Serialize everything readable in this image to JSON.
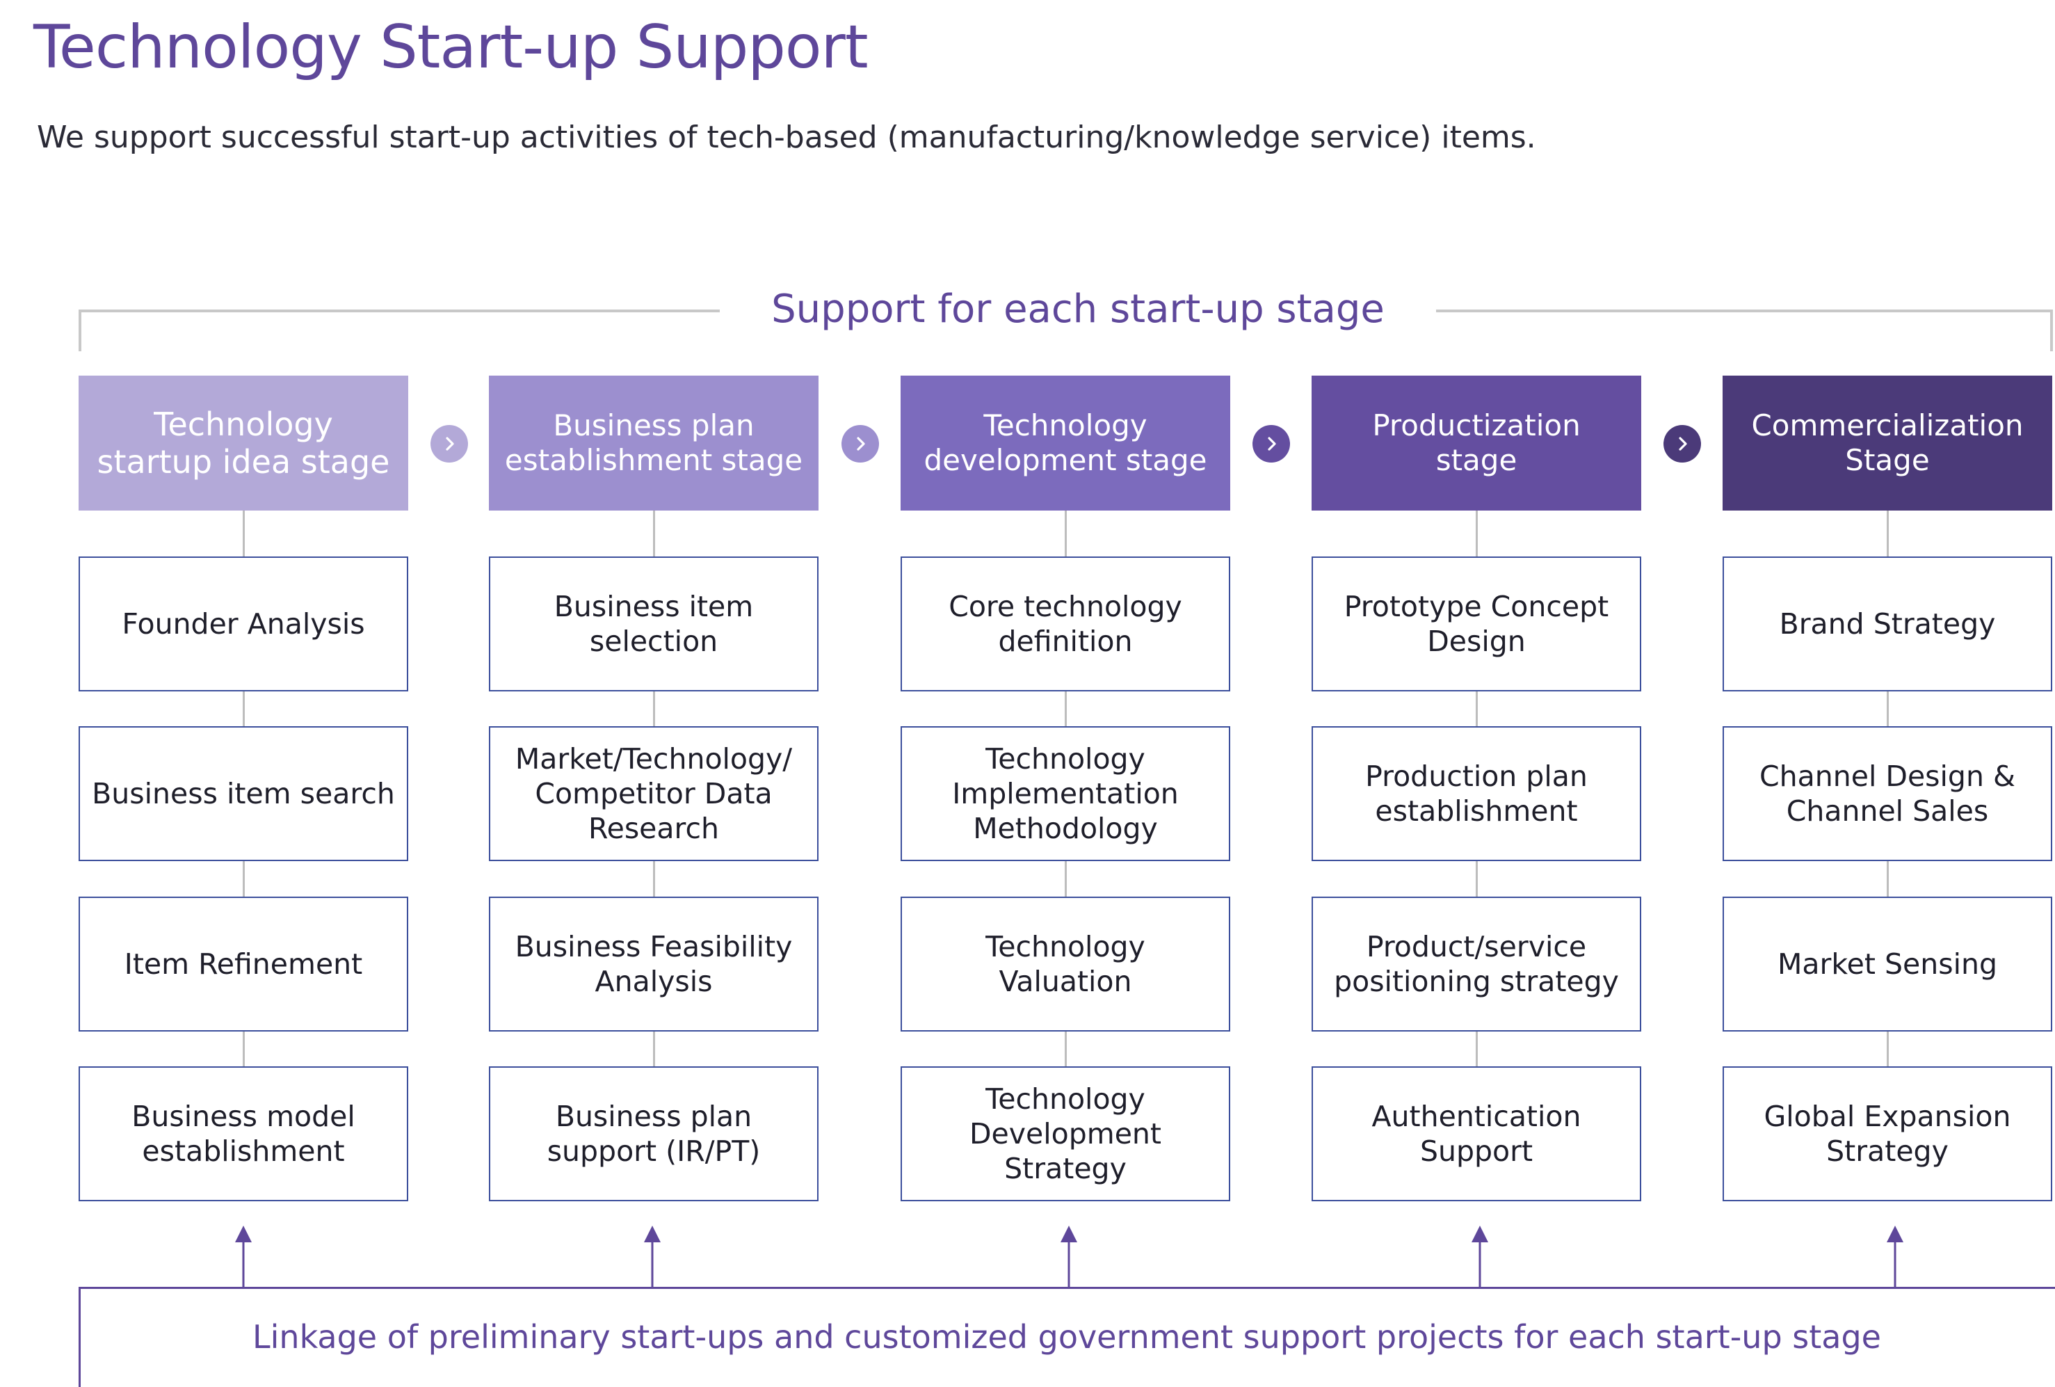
{
  "title": "Technology Start-up Support",
  "subtitle": "We support successful start-up activities of tech-based (manufacturing/knowledge service) items.",
  "section_title": "Support for each start-up stage",
  "stages": [
    {
      "label": "Technology\nstartup idea stage",
      "color": "#b3a9d8",
      "steps": [
        "Founder Analysis",
        "Business item search",
        "Item Refinement",
        "Business model\nestablishment"
      ]
    },
    {
      "label": "Business plan\nestablishment stage",
      "color": "#9c8fcf",
      "steps": [
        "Business item\nselection",
        "Market/Technology/\nCompetitor Data\nResearch",
        "Business Feasibility\nAnalysis",
        "Business plan\nsupport (IR/PT)"
      ]
    },
    {
      "label": "Technology\ndevelopment stage",
      "color": "#7c6bbd",
      "steps": [
        "Core technology\ndefinition",
        "Technology\nImplementation\nMethodology",
        "Technology\nValuation",
        "Technology\nDevelopment\nStrategy"
      ]
    },
    {
      "label": "Productization\nstage",
      "color": "#644ea0",
      "steps": [
        "Prototype Concept\nDesign",
        "Production plan\nestablishment",
        "Product/service\npositioning strategy",
        "Authentication\nSupport"
      ]
    },
    {
      "label": "Commercialization\nStage",
      "color": "#4b3a79",
      "steps": [
        "Brand Strategy",
        "Channel Design &\nChannel Sales",
        "Market Sensing",
        "Global Expansion\nStrategy"
      ]
    }
  ],
  "arrow_colors": [
    "#b3a9d8",
    "#9c8fcf",
    "#644ea0",
    "#4b3a79"
  ],
  "arrow_icon": "chevron-right-icon",
  "linkage_text": "Linkage of preliminary start-ups and customized government support projects for each start-up stage",
  "colors": {
    "accent": "#5e479a",
    "box_border": "#3c4f9c",
    "connector": "#bdbdbd",
    "bracket": "#c8c8c8"
  }
}
